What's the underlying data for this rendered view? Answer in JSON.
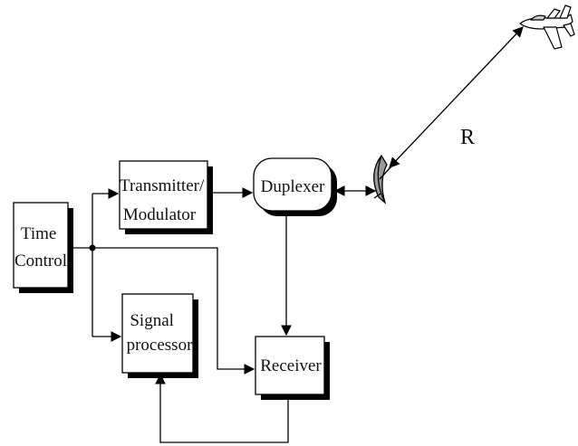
{
  "diagram": {
    "blocks": {
      "time_control": [
        "Time",
        "Control"
      ],
      "transmitter": [
        "Transmitter/",
        "Modulator"
      ],
      "duplexer": [
        "Duplexer"
      ],
      "signal_processor": [
        "Signal",
        "processor"
      ],
      "receiver": [
        "Receiver"
      ]
    },
    "range_label": "R",
    "icons": {
      "antenna": "radar-dish-icon",
      "target": "aircraft-icon"
    }
  }
}
